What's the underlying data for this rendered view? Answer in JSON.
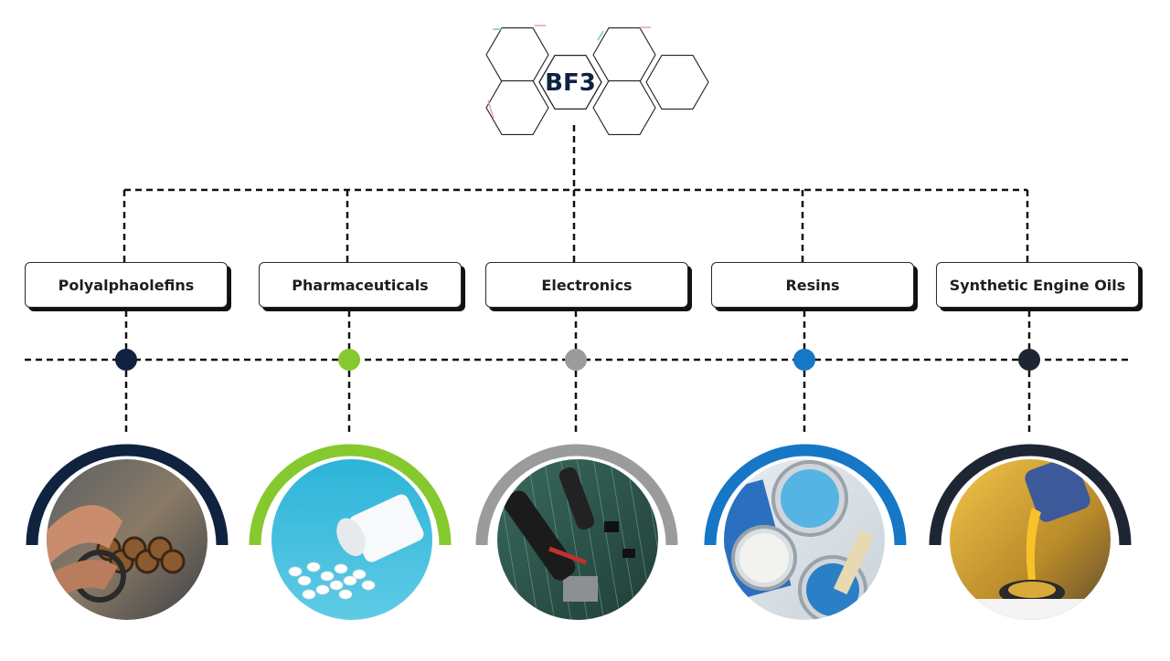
{
  "hub": {
    "label": "BF3",
    "label_color": "#0f2340"
  },
  "categories": [
    {
      "label": "Polyalphaolefins",
      "accent": "#0f2340",
      "photo": "engine-gears-photo"
    },
    {
      "label": "Pharmaceuticals",
      "accent": "#86c92e",
      "photo": "pills-bottle-photo"
    },
    {
      "label": "Electronics",
      "accent": "#9b9b9b",
      "photo": "circuit-board-photo"
    },
    {
      "label": "Resins",
      "accent": "#1577c6",
      "photo": "paint-cans-photo"
    },
    {
      "label": "Synthetic Engine Oils",
      "accent": "#1f2633",
      "photo": "pouring-oil-photo"
    }
  ]
}
